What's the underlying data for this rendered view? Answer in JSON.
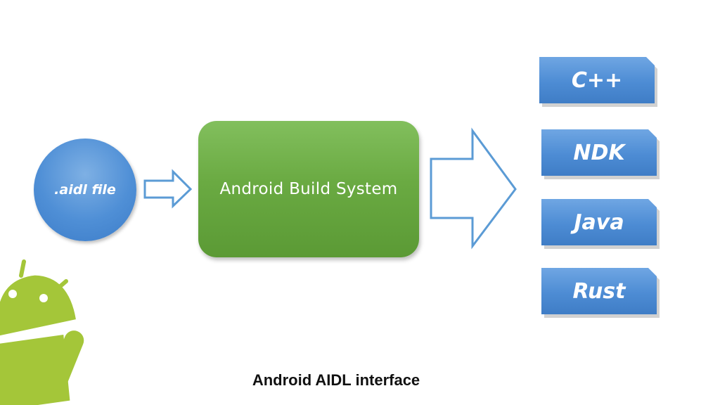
{
  "diagram": {
    "input_label": ".aidl file",
    "process_label": "Android Build System",
    "outputs": [
      "C++",
      "NDK",
      "Java",
      "Rust"
    ],
    "caption": "Android AIDL interface"
  },
  "colors": {
    "input_blue": "#4f8fd6",
    "process_green": "#6aaa42",
    "output_blue": "#4d8cd4",
    "arrow_outline": "#5b9bd5",
    "android_green": "#a4c639"
  },
  "icons": {
    "mascot": "android-robot-icon"
  }
}
